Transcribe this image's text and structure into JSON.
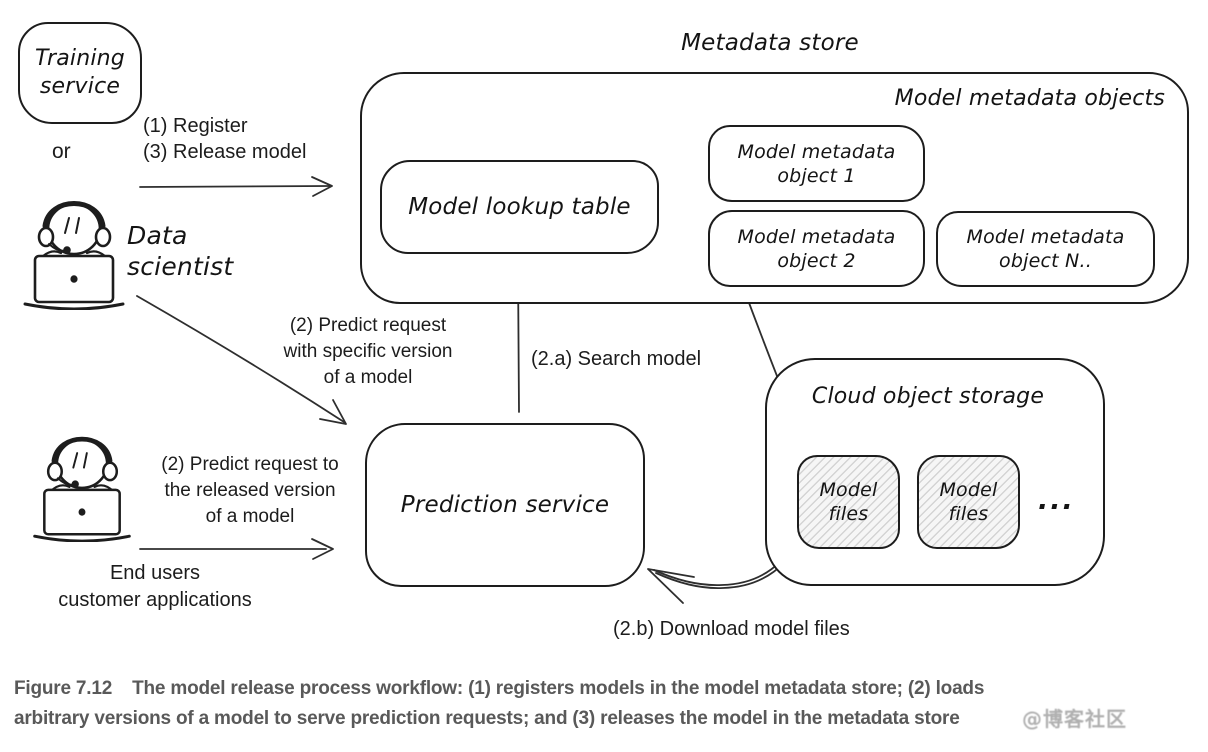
{
  "colors": {
    "ink": "#1d1d1d",
    "caption_gray": "#595959",
    "hatch_gray": "#d4d4d4"
  },
  "icons": {
    "data_scientist": "person-at-laptop-icon",
    "end_user": "person-at-laptop-icon"
  },
  "diagram": {
    "training_service": {
      "line1": "Training",
      "line2": "service"
    },
    "or_label": "or",
    "data_scientist": {
      "line1": "Data",
      "line2": "scientist"
    },
    "metadata_store": {
      "title": "Metadata store",
      "objects_label": "Model metadata objects",
      "lookup_table": "Model lookup table",
      "objects": [
        {
          "line1": "Model metadata",
          "line2": "object 1"
        },
        {
          "line1": "Model metadata",
          "line2": "object 2"
        },
        {
          "line1": "Model metadata",
          "line2": "object N.."
        }
      ]
    },
    "prediction_service": "Prediction service",
    "cloud_storage": {
      "title": "Cloud object storage",
      "files": [
        {
          "line1": "Model",
          "line2": "files"
        },
        {
          "line1": "Model",
          "line2": "files"
        }
      ],
      "ellipsis": "..."
    },
    "end_users": {
      "line1": "End users",
      "line2": "customer applications"
    },
    "arrows": {
      "register": {
        "line1": "(1) Register",
        "line2": "(3) Release model"
      },
      "predict_specific": {
        "line1": "(2) Predict request",
        "line2": "with specific version",
        "line3": "of a model"
      },
      "search_model": "(2.a) Search model",
      "predict_released": {
        "line1": "(2) Predict request to",
        "line2": "the released version",
        "line3": "of a model"
      },
      "download": "(2.b) Download model files"
    },
    "caption": {
      "label": "Figure 7.12",
      "line1": "The model release process workflow: (1) registers models in the model metadata store; (2) loads",
      "line2": "arbitrary versions of a model to serve prediction requests; and (3) releases the model in the metadata store"
    },
    "watermark": "@博客社区"
  }
}
